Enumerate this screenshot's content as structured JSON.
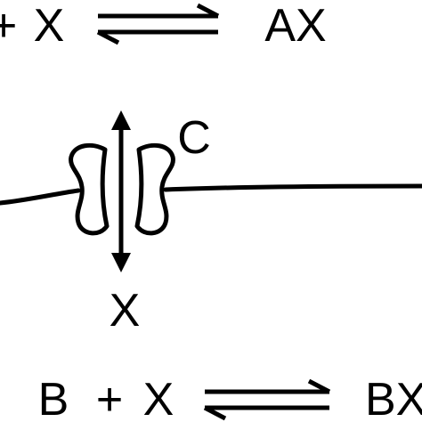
{
  "equation_top": {
    "operator": "+",
    "species": "X",
    "product": "AX"
  },
  "channel": {
    "label": "C"
  },
  "transported": {
    "label": "X"
  },
  "equation_bottom": {
    "reactant": "B",
    "operator": "+",
    "species": "X",
    "product": "BX"
  },
  "colors": {
    "ink": "#000000",
    "background": "#ffffff"
  }
}
